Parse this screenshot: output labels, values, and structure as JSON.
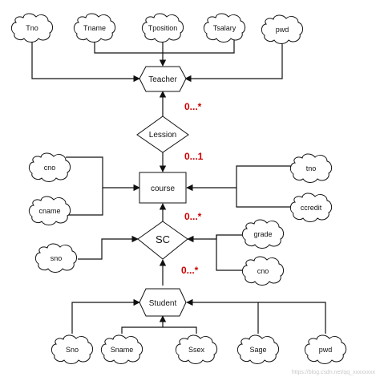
{
  "entities": {
    "teacher": "Teacher",
    "course": "course",
    "student": "Student"
  },
  "relationships": {
    "lession": "Lession",
    "sc": "SC"
  },
  "teacher_attributes": [
    "Tno",
    "Tname",
    "Tposition",
    "Tsalary",
    "pwd"
  ],
  "course_attributes": [
    "cno",
    "cname",
    "tno",
    "ccredit"
  ],
  "sc_attributes": [
    "sno",
    "grade",
    "cno"
  ],
  "student_attributes": [
    "Sno",
    "Sname",
    "Ssex",
    "Sage",
    "pwd"
  ],
  "cardinalities": [
    "0...*",
    "0...1",
    "0...*",
    "0...*"
  ],
  "watermark": "https://blog.csdn.net/qq_xxxxxxxx"
}
